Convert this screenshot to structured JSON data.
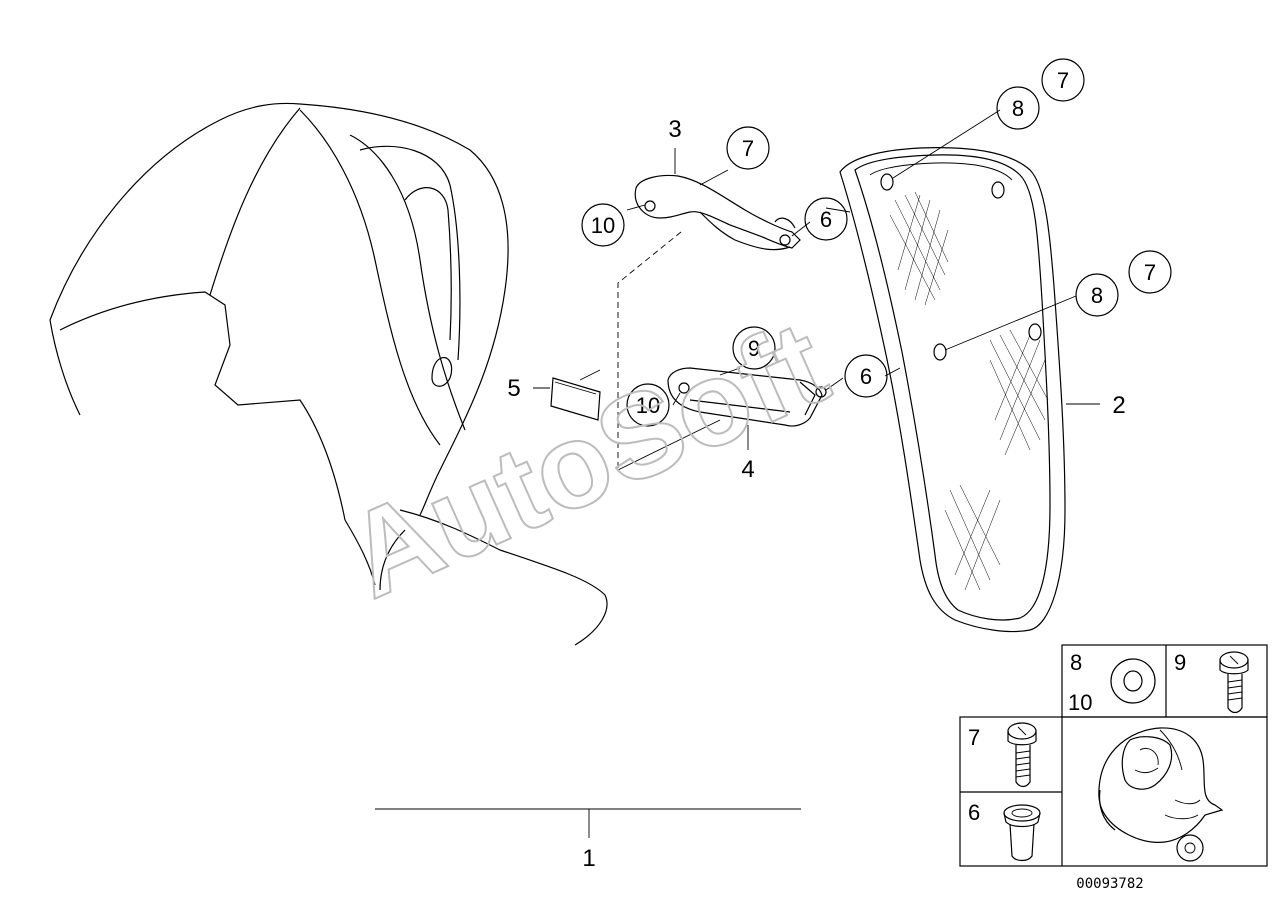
{
  "callouts": {
    "part_3": "3",
    "part_3_screw": "7",
    "part_3_left_nut": "10",
    "part_3_right_grommet": "6",
    "part_5": "5",
    "part_4_top": "9",
    "part_4_left": "10",
    "part_4_right": "6",
    "part_4": "4",
    "part_2": "2",
    "windscreen_top_washer": "8",
    "windscreen_top_screw": "7",
    "windscreen_mid_washer": "8",
    "windscreen_mid_screw": "7",
    "part_1": "1"
  },
  "legend": {
    "cell_washer_a": "8",
    "cell_washer_b": "10",
    "cell_screw_short": "9",
    "cell_screw_long": "7",
    "cell_grommet": "6"
  },
  "diagram_ref": "00093782",
  "watermark": "AutoSoft"
}
